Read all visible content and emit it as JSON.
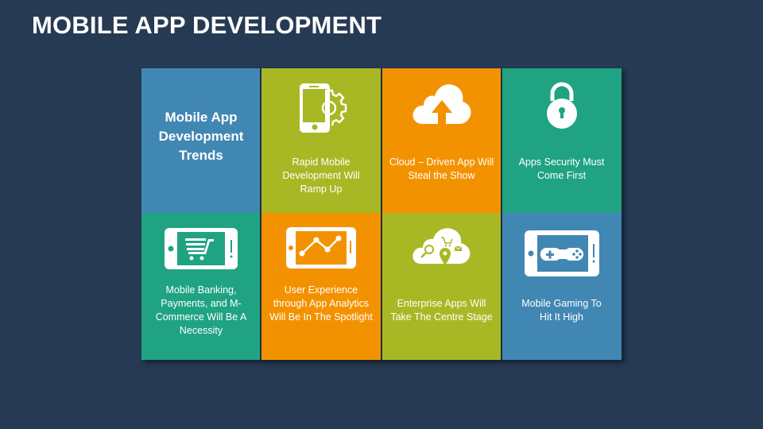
{
  "page": {
    "title": "MOBILE APP DEVELOPMENT",
    "background": "#263a54"
  },
  "colors": {
    "blue": "#4187b3",
    "green": "#1fa383",
    "lime": "#a8b824",
    "orange": "#f39200"
  },
  "tiles": [
    {
      "row": 0,
      "col": 0,
      "color": "#4187b3",
      "heading": "Mobile App Development Trends",
      "heading_lines": [
        "Mobile App",
        "Development",
        "Trends"
      ],
      "icon": "none"
    },
    {
      "row": 0,
      "col": 1,
      "color": "#a8b824",
      "label": "Rapid Mobile Development Will Ramp Up",
      "lines": [
        "Rapid Mobile",
        "Development Will",
        "Ramp Up"
      ],
      "icon": "smartphone-gear-icon"
    },
    {
      "row": 0,
      "col": 2,
      "color": "#f39200",
      "label": "Cloud – Driven App Will Steal the Show",
      "lines": [
        "Cloud – Driven App Will",
        "Steal the Show"
      ],
      "icon": "cloud-upload-icon"
    },
    {
      "row": 0,
      "col": 3,
      "color": "#1fa383",
      "label": "Apps Security Must Come First",
      "lines": [
        "Apps Security Must",
        "Come First"
      ],
      "icon": "padlock-icon"
    },
    {
      "row": 1,
      "col": 0,
      "color": "#1fa383",
      "label": "Mobile Banking, Payments, and M-Commerce Will Be A Necessity",
      "lines": [
        "Mobile Banking,",
        "Payments, and M-",
        "Commerce Will Be A",
        "Necessity"
      ],
      "icon": "phone-shopping-cart-icon"
    },
    {
      "row": 1,
      "col": 1,
      "color": "#f39200",
      "label": "User Experience through App Analytics Will Be In The Spotlight",
      "lines": [
        "User Experience",
        "through App Analytics",
        "Will Be In The Spotlight"
      ],
      "icon": "phone-line-chart-icon"
    },
    {
      "row": 1,
      "col": 2,
      "color": "#a8b824",
      "label": "Enterprise Apps Will Take The Centre Stage",
      "lines": [
        "Enterprise Apps Will",
        "Take The Centre Stage"
      ],
      "icon": "cloud-enterprise-icon"
    },
    {
      "row": 1,
      "col": 3,
      "color": "#4187b3",
      "label": "Mobile Gaming To Hit It High",
      "lines": [
        "Mobile Gaming To",
        "Hit It High"
      ],
      "icon": "phone-gamepad-icon"
    }
  ]
}
